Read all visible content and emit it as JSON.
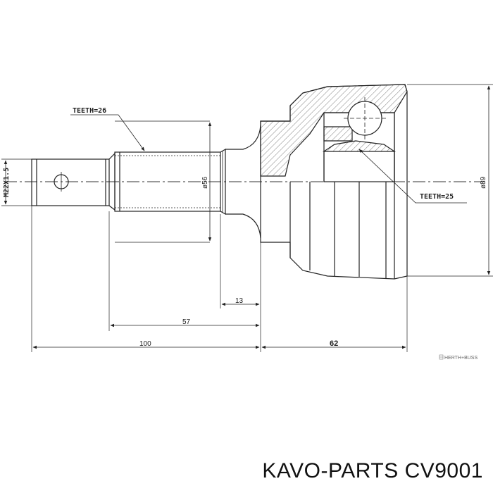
{
  "drawing": {
    "labels": {
      "teeth_shaft": "TEETH=26",
      "teeth_inner": "TEETH=25",
      "thread": "M22X1.5",
      "diam_spline": "ø56",
      "diam_housing": "ø89"
    },
    "dimensions": {
      "d13": "13",
      "d57": "57",
      "d100": "100",
      "d62": "62"
    },
    "watermark": "HERTH+BUSS"
  },
  "caption": "KAVO-PARTS CV9001"
}
